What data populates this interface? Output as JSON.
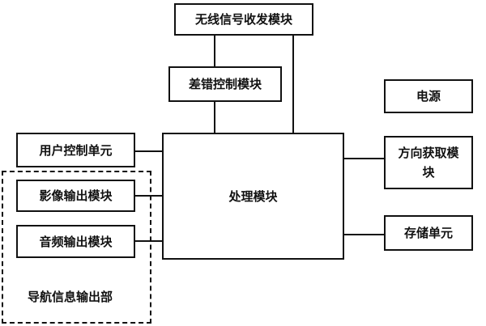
{
  "blocks": {
    "wireless": "无线信号收发模块",
    "diff_ctrl": "差错控制模块",
    "power": "电源",
    "user_ctrl": "用户控制单元",
    "processing": "处理模块",
    "direction": "方向获取模块",
    "video_out": "影像输出模块",
    "audio_out": "音频输出模块",
    "storage": "存储单元"
  },
  "group": {
    "nav_output": "导航信息输出部"
  }
}
